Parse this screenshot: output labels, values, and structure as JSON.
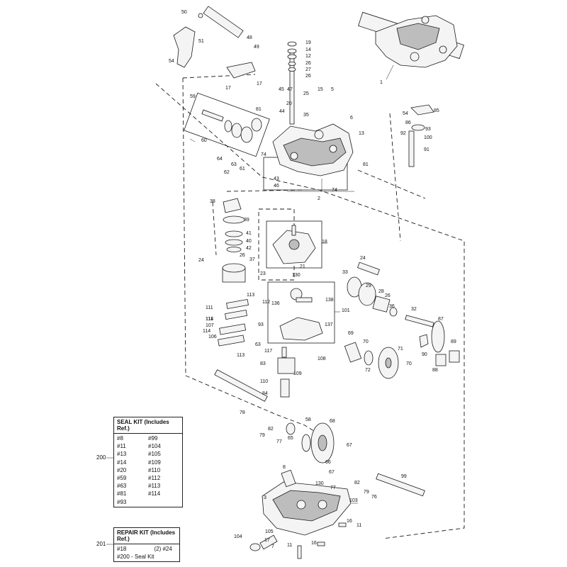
{
  "seal_kit": {
    "ref": "200",
    "title": "SEAL KIT (Includes Ref.)",
    "col1": [
      "#8",
      "#11",
      "#13",
      "#14",
      "#20",
      "#59",
      "#63",
      "#81",
      "#93"
    ],
    "col2": [
      "#99",
      "#104",
      "#105",
      "#109",
      "#110",
      "#112",
      "#113",
      "#114",
      ""
    ]
  },
  "repair_kit": {
    "ref": "201",
    "title": "REPAIR KIT (Includes Ref.)",
    "rows": [
      [
        "#18",
        "(2) #24"
      ],
      [
        "#200 - Seal Kit",
        ""
      ]
    ]
  },
  "callouts": [
    "50",
    "48",
    "51",
    "49",
    "54",
    "1",
    "17",
    "17",
    "19",
    "14",
    "12",
    "26",
    "27",
    "26",
    "25",
    "45",
    "47",
    "15",
    "5",
    "20",
    "44",
    "35",
    "59",
    "81",
    "6",
    "86",
    "54",
    "85",
    "93",
    "92",
    "100",
    "91",
    "13",
    "60",
    "64",
    "62",
    "63",
    "61",
    "74",
    "81",
    "43",
    "46",
    "74",
    "2",
    "38",
    "39",
    "41",
    "40",
    "42",
    "18",
    "26",
    "37",
    "24",
    "21",
    "23",
    "130",
    "24",
    "33",
    "29",
    "28",
    "26",
    "36",
    "111",
    "113",
    "112",
    "111",
    "136",
    "138",
    "101",
    "137",
    "32",
    "87",
    "114",
    "107",
    "106",
    "114",
    "93",
    "63",
    "113",
    "117",
    "108",
    "69",
    "70",
    "71",
    "70",
    "72",
    "89",
    "90",
    "88",
    "83",
    "109",
    "110",
    "84",
    "78",
    "79",
    "82",
    "77",
    "65",
    "58",
    "68",
    "67",
    "67",
    "66",
    "77",
    "82",
    "79",
    "76",
    "99",
    "8",
    "130",
    "3",
    "103",
    "104",
    "105",
    "17",
    "7",
    "11",
    "16",
    "11",
    "16"
  ]
}
